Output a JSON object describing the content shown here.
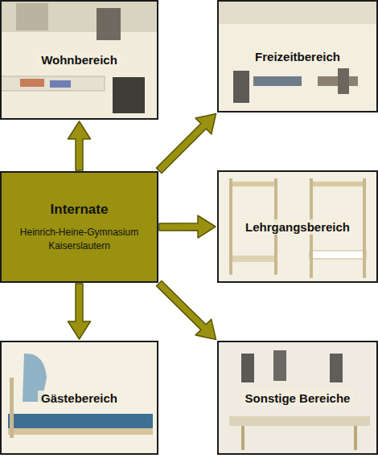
{
  "diagram": {
    "nodes": [
      {
        "text": [
          "Wohnbereich"
        ]
      },
      {
        "text": [
          "Freizeitbereich"
        ]
      },
      {
        "text": [
          "Internate",
          "Heinrich-Heine-Gymnasium Kaiserslautern"
        ]
      },
      {
        "text": [
          "Lehrgangsbereich"
        ]
      },
      {
        "text": [
          "Gästebereich"
        ]
      },
      {
        "text": [
          "Sonstige Bereiche"
        ]
      }
    ],
    "edges": [
      {
        "from": 2,
        "to": 0,
        "arrow": "to"
      },
      {
        "from": 2,
        "to": 1,
        "arrow": "to"
      },
      {
        "from": 2,
        "to": 3,
        "arrow": "to"
      },
      {
        "from": 2,
        "to": 4,
        "arrow": "to"
      },
      {
        "from": 2,
        "to": 5,
        "arrow": "to"
      }
    ]
  }
}
